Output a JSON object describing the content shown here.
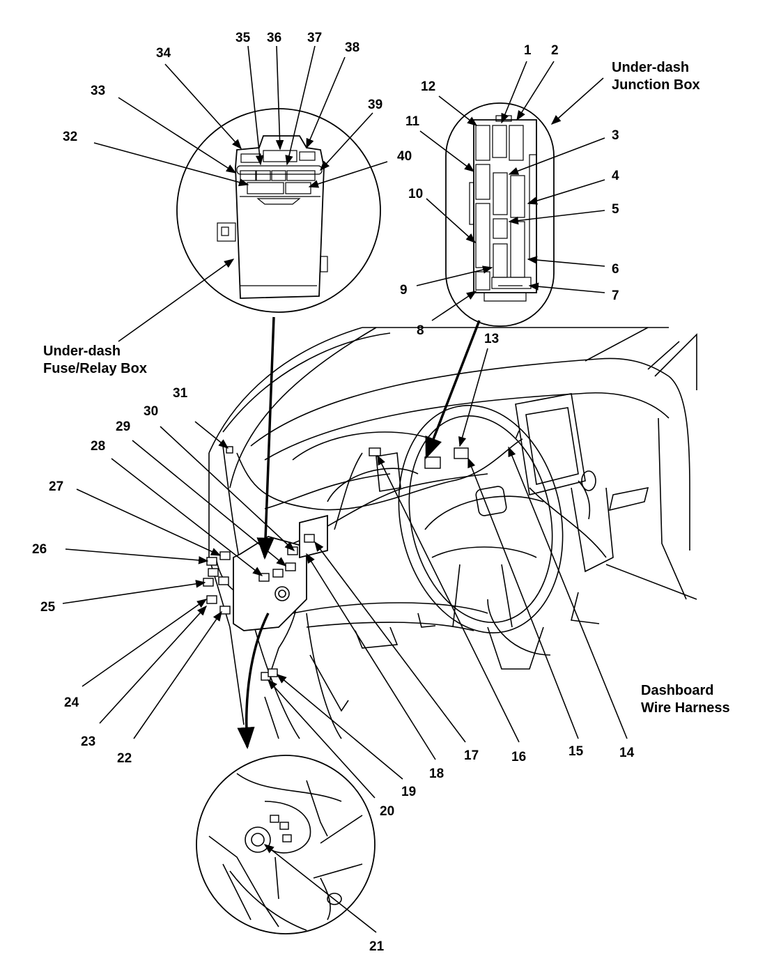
{
  "captions": {
    "junction_box": [
      "Under-dash",
      "Junction Box"
    ],
    "fuse_relay_box": [
      "Under-dash",
      "Fuse/Relay Box"
    ],
    "wire_harness": [
      "Dashboard",
      "Wire Harness"
    ]
  },
  "callouts": [
    "1",
    "2",
    "3",
    "4",
    "5",
    "6",
    "7",
    "8",
    "9",
    "10",
    "11",
    "12",
    "13",
    "14",
    "15",
    "16",
    "17",
    "18",
    "19",
    "20",
    "21",
    "22",
    "23",
    "24",
    "25",
    "26",
    "27",
    "28",
    "29",
    "30",
    "31",
    "32",
    "33",
    "34",
    "35",
    "36",
    "37",
    "38",
    "39",
    "40"
  ]
}
